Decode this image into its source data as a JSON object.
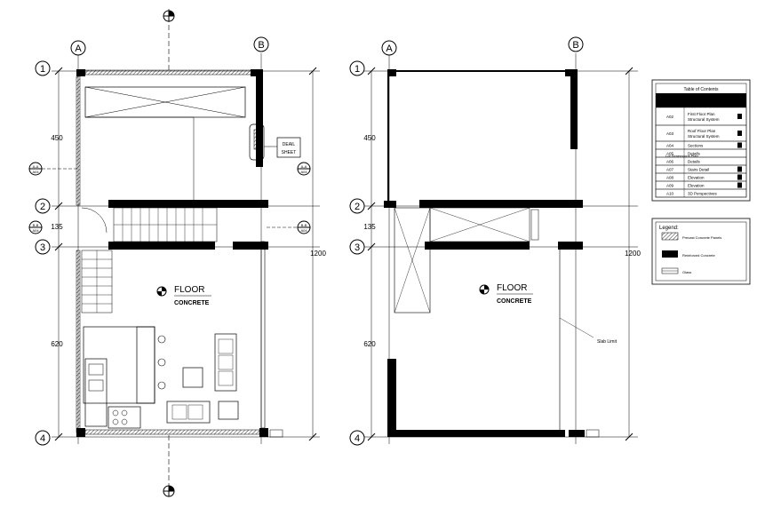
{
  "gridlines": {
    "col_a": "A",
    "col_b": "B",
    "row_1": "1",
    "row_2": "2",
    "row_3": "3",
    "row_4": "4"
  },
  "dimensions": {
    "d450": "450",
    "d135": "135",
    "d620": "620",
    "d1200": "1200"
  },
  "left_plan": {
    "floor_label": "FLOOR",
    "floor_sub": "CONCRETE",
    "detail_line1": "DEAIL",
    "detail_line2": "SHEET",
    "sec_tag_l": "A-A",
    "sec_tag_r": "B-B",
    "sec_ref": "A04"
  },
  "right_plan": {
    "floor_label": "FLOOR",
    "floor_sub": "CONCRETE",
    "slab_note": "Slab Limit"
  },
  "contents": {
    "title": "Table of Contents",
    "rows": [
      {
        "code": "A02",
        "desc1": "First Floor Plan",
        "desc2": "Structural System"
      },
      {
        "code": "A03",
        "desc1": "Roof Floor Plan",
        "desc2": "Structural System"
      },
      {
        "code": "A04",
        "desc1": "Sections",
        "desc2": ""
      },
      {
        "code": "A05",
        "desc1": "Details",
        "desc2": ""
      },
      {
        "code": "A06",
        "desc1": "Details",
        "desc2": ""
      },
      {
        "code": "A07",
        "desc1": "Stairs Detail",
        "desc2": ""
      },
      {
        "code": "A08",
        "desc1": "Elevation",
        "desc2": ""
      },
      {
        "code": "A09",
        "desc1": "Elevation",
        "desc2": ""
      },
      {
        "code": "A10",
        "desc1": "3D Perspectives",
        "desc2": ""
      }
    ],
    "overlap_note": "Lot Dimensions Plan"
  },
  "legend": {
    "title": "Legend:",
    "items": [
      {
        "label": "Precast Concrete Panels"
      },
      {
        "label": "Reinforced Concrete"
      },
      {
        "label": "Glass"
      }
    ]
  }
}
